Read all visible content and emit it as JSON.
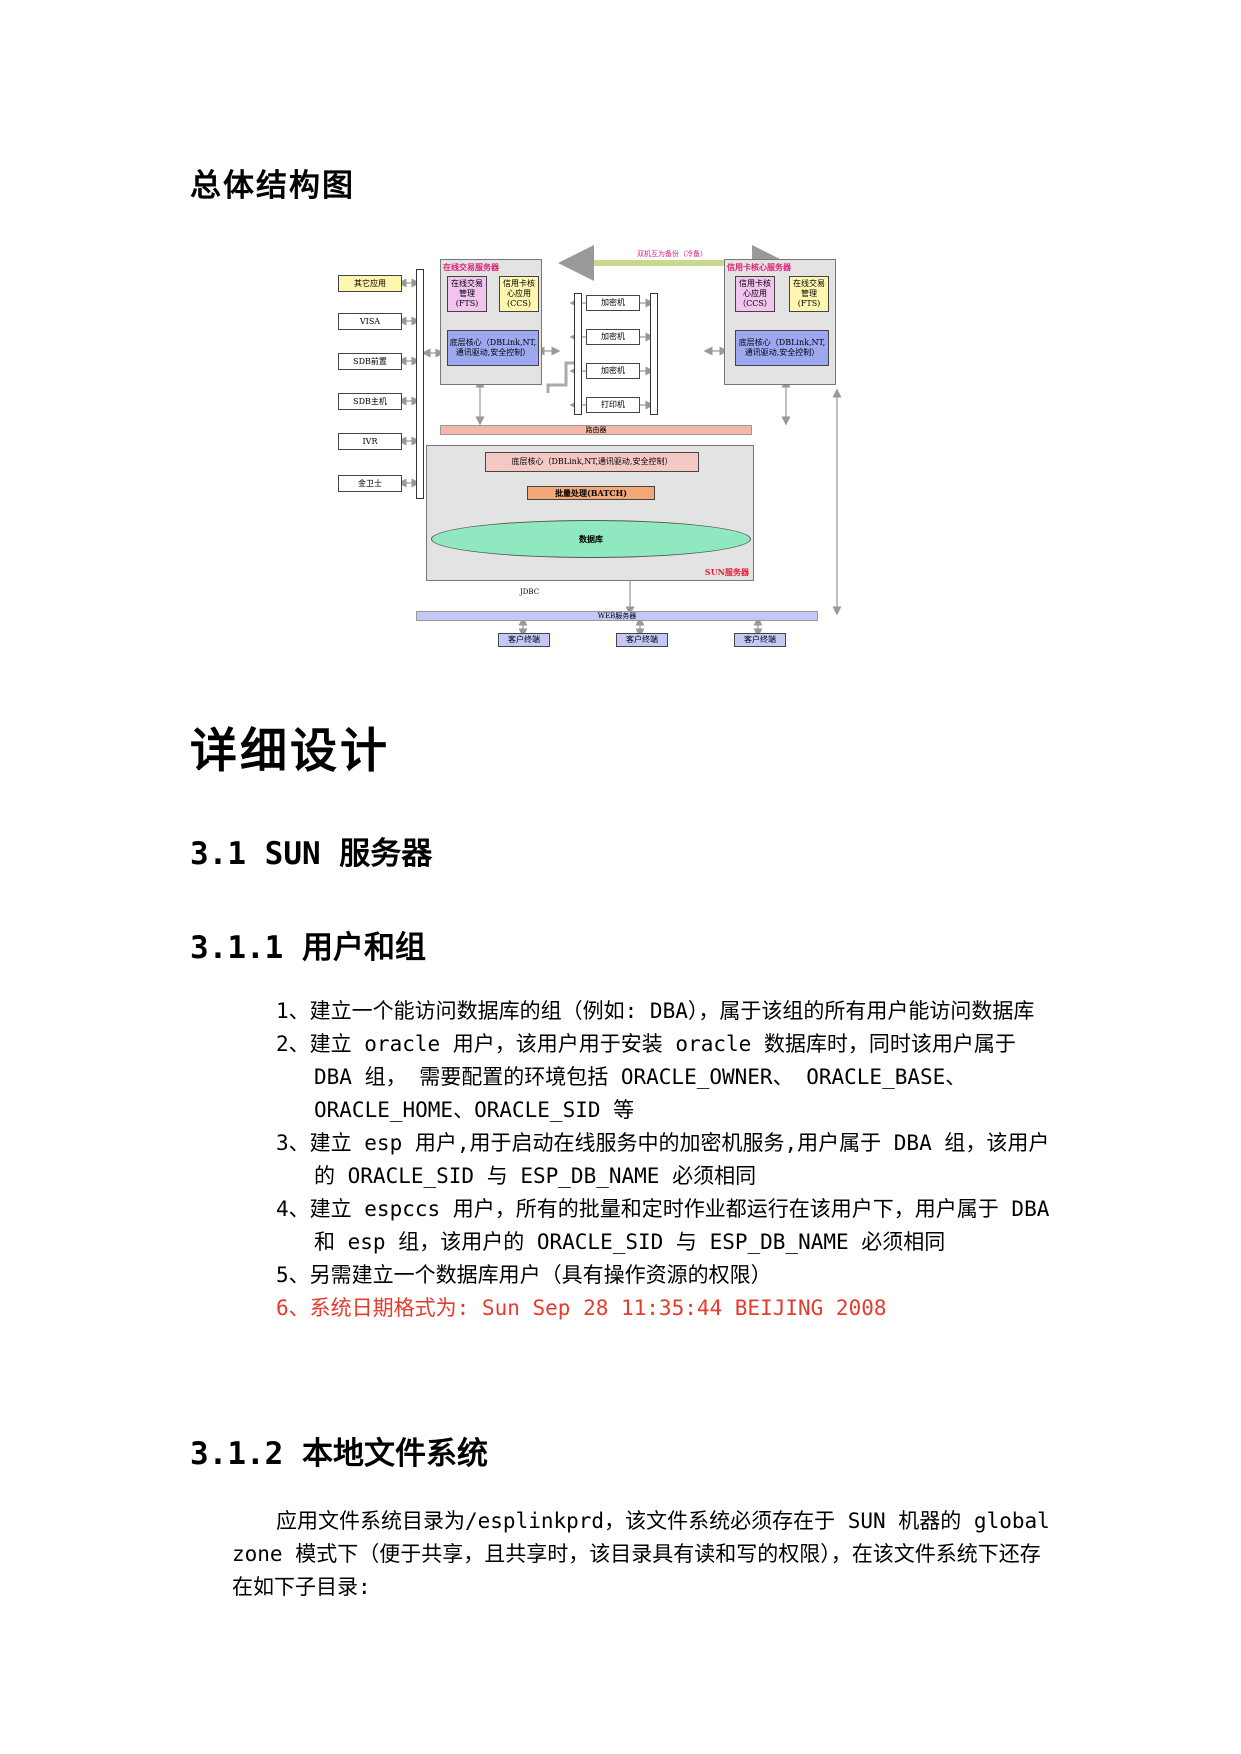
{
  "heading_overall": "总体结构图",
  "heading_detail": "详细设计",
  "section_31": "3.1  SUN 服务器",
  "section_311": "3.1.1  用户和组",
  "section_312": "3.1.2  本地文件系统",
  "list_items": [
    "1、建立一个能访问数据库的组（例如: DBA），属于该组的所有用户能访问数据库",
    "2、建立 oracle 用户，该用户用于安装 oracle 数据库时，同时该用户属于 DBA 组， 需要配置的环境包括 ORACLE_OWNER、 ORACLE_BASE、 ORACLE_HOME、ORACLE_SID 等",
    "3、建立 esp 用户,用于启动在线服务中的加密机服务,用户属于 DBA 组，该用户的 ORACLE_SID 与 ESP_DB_NAME 必须相同",
    "4、建立 espccs 用户，所有的批量和定时作业都运行在该用户下，用户属于 DBA 和 esp 组，该用户的 ORACLE_SID 与 ESP_DB_NAME 必须相同",
    "5、另需建立一个数据库用户（具有操作资源的权限）",
    "6、系统日期格式为: Sun Sep 28 11:35:44 BEIJING 2008"
  ],
  "para_312": "应用文件系统目录为/esplinkprd，该文件系统必须存在于 SUN 机器的 global zone 模式下（便于共享，且共享时，该目录具有读和写的权限），在该文件系统下还存在如下子目录:",
  "colors": {
    "red_text": "#e53b2c",
    "srv_title": "#e0207a"
  },
  "diagram": {
    "left_items": [
      "其它应用",
      "VISA",
      "SDB前置",
      "SDB主机",
      "IVR",
      "金卫士"
    ],
    "dual_backup": "双机互为备份（冷备）",
    "online_server_title": "在线交易服务器",
    "ccs_server_title": "信用卡核心服务器",
    "online_fts": "在线交易管理(FTS)",
    "online_ccs": "信用卡核心应用(CCS)",
    "online_core": "底层核心（DBLink,NT,通讯驱动,安全控制）",
    "ccs_ccs": "信用卡核心应用（CCS）",
    "ccs_fts": "在线交易管理(FTS)",
    "ccs_core": "底层核心（DBLink,NT,通讯驱动,安全控制）",
    "middle_devices": [
      "加密机",
      "加密机",
      "加密机",
      "打印机"
    ],
    "router": "路由器",
    "sun_core": "底层核心（DBLink,NT,通讯驱动,安全控制）",
    "batch": "批量处理(BATCH)",
    "database": "数据库",
    "sun_server": "SUN服务器",
    "jdbc": "JDBC",
    "web_server": "WEB服务器",
    "clients": [
      "客户终端",
      "客户终端",
      "客户终端"
    ]
  }
}
